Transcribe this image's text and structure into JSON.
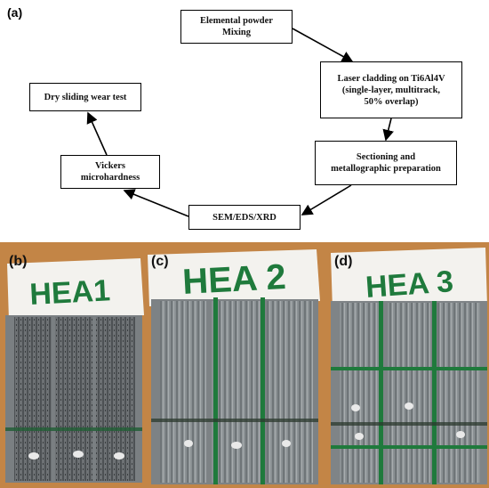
{
  "panel_a": {
    "label": "(a)",
    "steps": {
      "mixing": "Elemental powder\nMixing",
      "cladding": "Laser cladding on Ti6Al4V\n(single-layer, multitrack,\n50% overlap)",
      "sectioning": "Sectioning and\nmetallographic preparation",
      "sem": "SEM/EDS/XRD",
      "vickers": "Vickers\nmicrohardness",
      "wear": "Dry sliding wear test"
    }
  },
  "panel_b": {
    "label": "(b)",
    "sample_tag": "HEA1"
  },
  "panel_c": {
    "label": "(c)",
    "sample_tag": "HEA 2"
  },
  "panel_d": {
    "label": "(d)",
    "sample_tag": "HEA 3"
  },
  "colors": {
    "marker_green": "#1f7a3c",
    "wood": "#c98a4a",
    "metal": "#8d9396"
  }
}
